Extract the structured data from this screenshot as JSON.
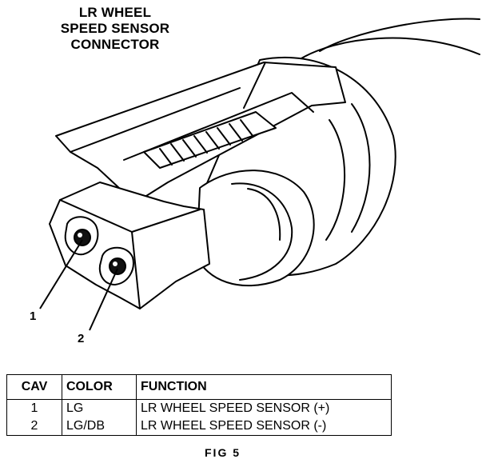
{
  "diagram": {
    "title_lines": [
      "LR WHEEL",
      "SPEED SENSOR",
      "CONNECTOR"
    ],
    "callouts": [
      {
        "label": "1"
      },
      {
        "label": "2"
      }
    ]
  },
  "table": {
    "headers": {
      "cav": "CAV",
      "color": "COLOR",
      "function": "FUNCTION"
    },
    "rows": [
      {
        "cav": "1",
        "color": "LG",
        "function": "LR WHEEL SPEED SENSOR (+)"
      },
      {
        "cav": "2",
        "color": "LG/DB",
        "function": "LR WHEEL SPEED SENSOR (-)"
      }
    ]
  },
  "footer": {
    "text": "FIG 5"
  }
}
